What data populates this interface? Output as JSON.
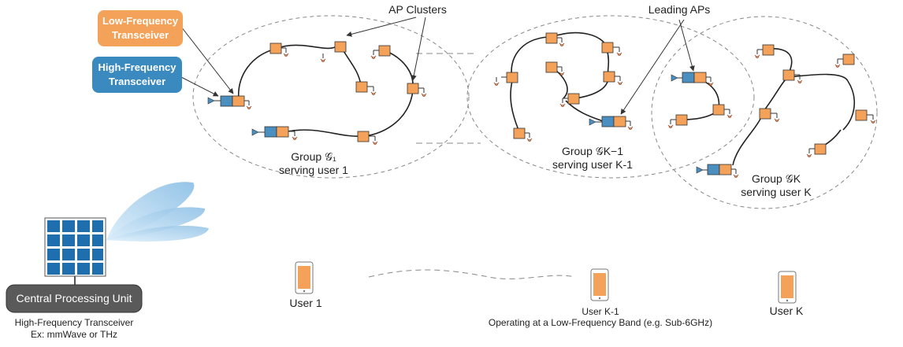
{
  "legend": {
    "low_freq_line1": "Low-Frequency",
    "low_freq_line2": "Transceiver",
    "high_freq_line1": "High-Frequency",
    "high_freq_line2": "Transceiver"
  },
  "annotations": {
    "ap_clusters": "AP Clusters",
    "leading_aps": "Leading APs"
  },
  "groups": [
    {
      "label": "Group 𝒢₁",
      "sub": "serving user 1"
    },
    {
      "label": "Group 𝒢K−1",
      "sub": "serving user K-1"
    },
    {
      "label": "Group 𝒢K",
      "sub": "serving user K"
    }
  ],
  "cpu": {
    "label": "Central Processing Unit",
    "caption_line1": "High-Frequency Transceiver",
    "caption_line2": "Ex: mmWave or THz"
  },
  "users": [
    {
      "label": "User 1"
    },
    {
      "label": "User K-1"
    },
    {
      "label": "User K"
    }
  ],
  "band_caption": "Operating at a Low-Frequency Band (e.g. Sub-6GHz)",
  "colors": {
    "low_freq": "#f4a259",
    "high_freq": "#4a8fc0",
    "high_freq_box": "#3a8ac0",
    "cpu_box": "#5a5a5a",
    "beam": "#9cc7e8",
    "panel": "#1f6fae"
  }
}
